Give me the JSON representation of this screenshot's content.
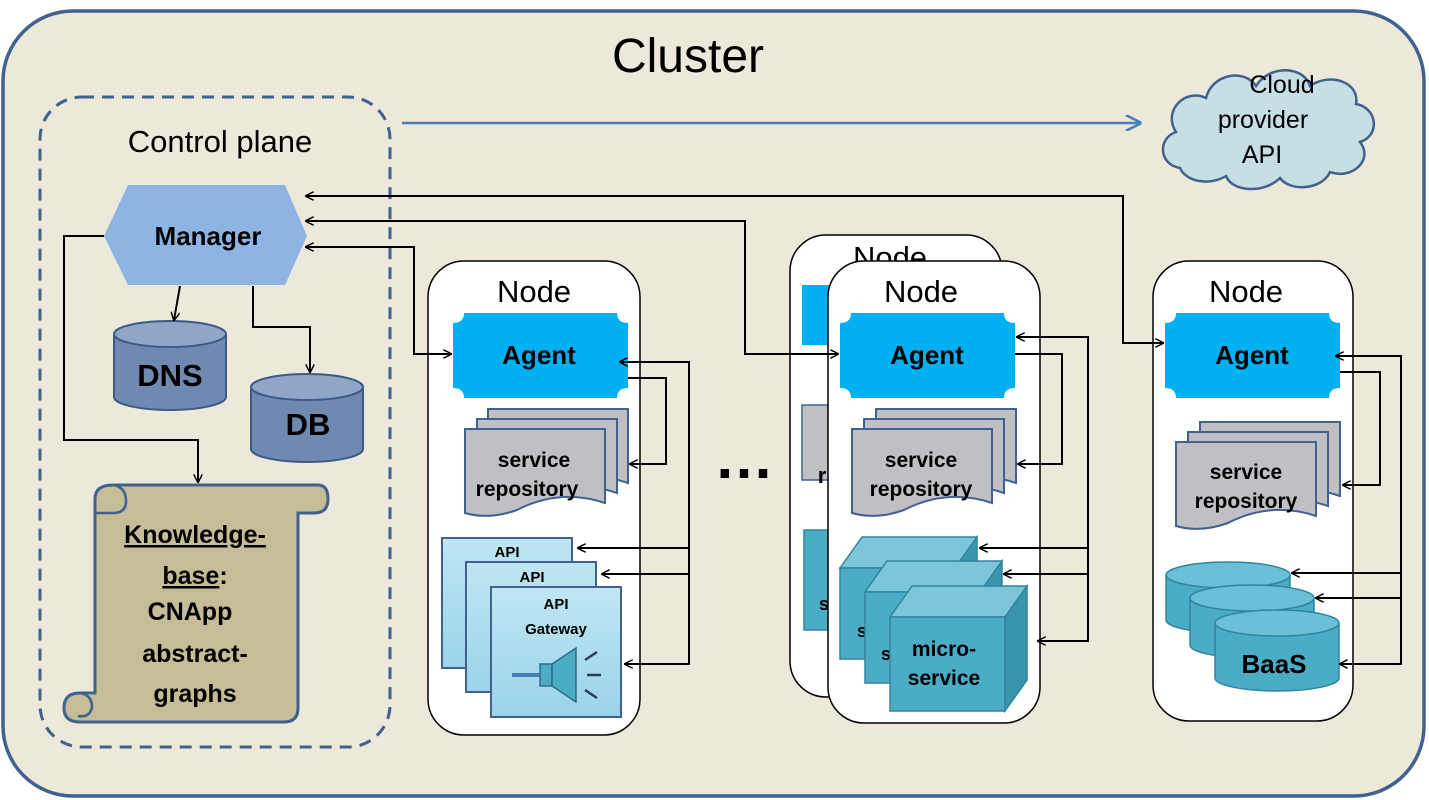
{
  "cluster": {
    "title": "Cluster"
  },
  "cloud": {
    "line1": "Cloud",
    "line2": "provider",
    "line3": "API"
  },
  "control_plane": {
    "title": "Control plane",
    "manager": "Manager",
    "dns": "DNS",
    "db": "DB",
    "knowledge": {
      "line1": "Knowledge-",
      "line2a": "base",
      "line2b": ":",
      "line3": "CNApp",
      "line4": "abstract-",
      "line5": "graphs"
    }
  },
  "nodes": {
    "label": "Node",
    "agent": "Agent",
    "repo_line1": "service",
    "repo_line2": "repository",
    "api": "API",
    "gateway": "Gateway",
    "micro_line1": "micro-",
    "micro_line2": "service",
    "micro_partial": "s",
    "repo_partial": "r",
    "baas": "BaaS",
    "ellipsis": "…"
  },
  "colors": {
    "cluster_bg": "#ece8da",
    "cluster_border": "#41618f",
    "manager": "#8eb4e3",
    "agent": "#00b0f0",
    "db": "#6f89b1",
    "scroll": "#c4bd97",
    "cube": "#4bacc6",
    "cloud": "#c6dfe4",
    "arrow_blue": "#4a7ebb"
  }
}
